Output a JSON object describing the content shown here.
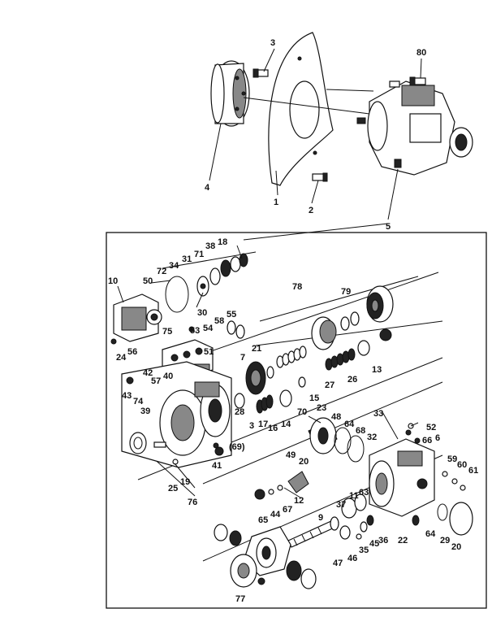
{
  "diagram": {
    "top_labels": [
      "3",
      "80",
      "4",
      "1",
      "2",
      "5"
    ],
    "box_labels": [
      "18",
      "71",
      "38",
      "34",
      "31",
      "72",
      "50",
      "10",
      "30",
      "55",
      "58",
      "53",
      "54",
      "75",
      "24",
      "56",
      "78",
      "79",
      "21",
      "7",
      "27",
      "26",
      "13",
      "15",
      "51",
      "52",
      "57",
      "40",
      "42",
      "43",
      "74",
      "39",
      "28",
      "16",
      "14",
      "70",
      "23",
      "48",
      "64",
      "68",
      "32",
      "33",
      "6",
      "49",
      "20",
      "3",
      "(69)",
      "41",
      "25",
      "19",
      "76",
      "17",
      "66",
      "59",
      "60",
      "61",
      "65",
      "44",
      "67",
      "12",
      "11",
      "63",
      "9",
      "37",
      "36",
      "45",
      "46",
      "35",
      "22",
      "47",
      "64",
      "29",
      "20",
      "77"
    ]
  }
}
